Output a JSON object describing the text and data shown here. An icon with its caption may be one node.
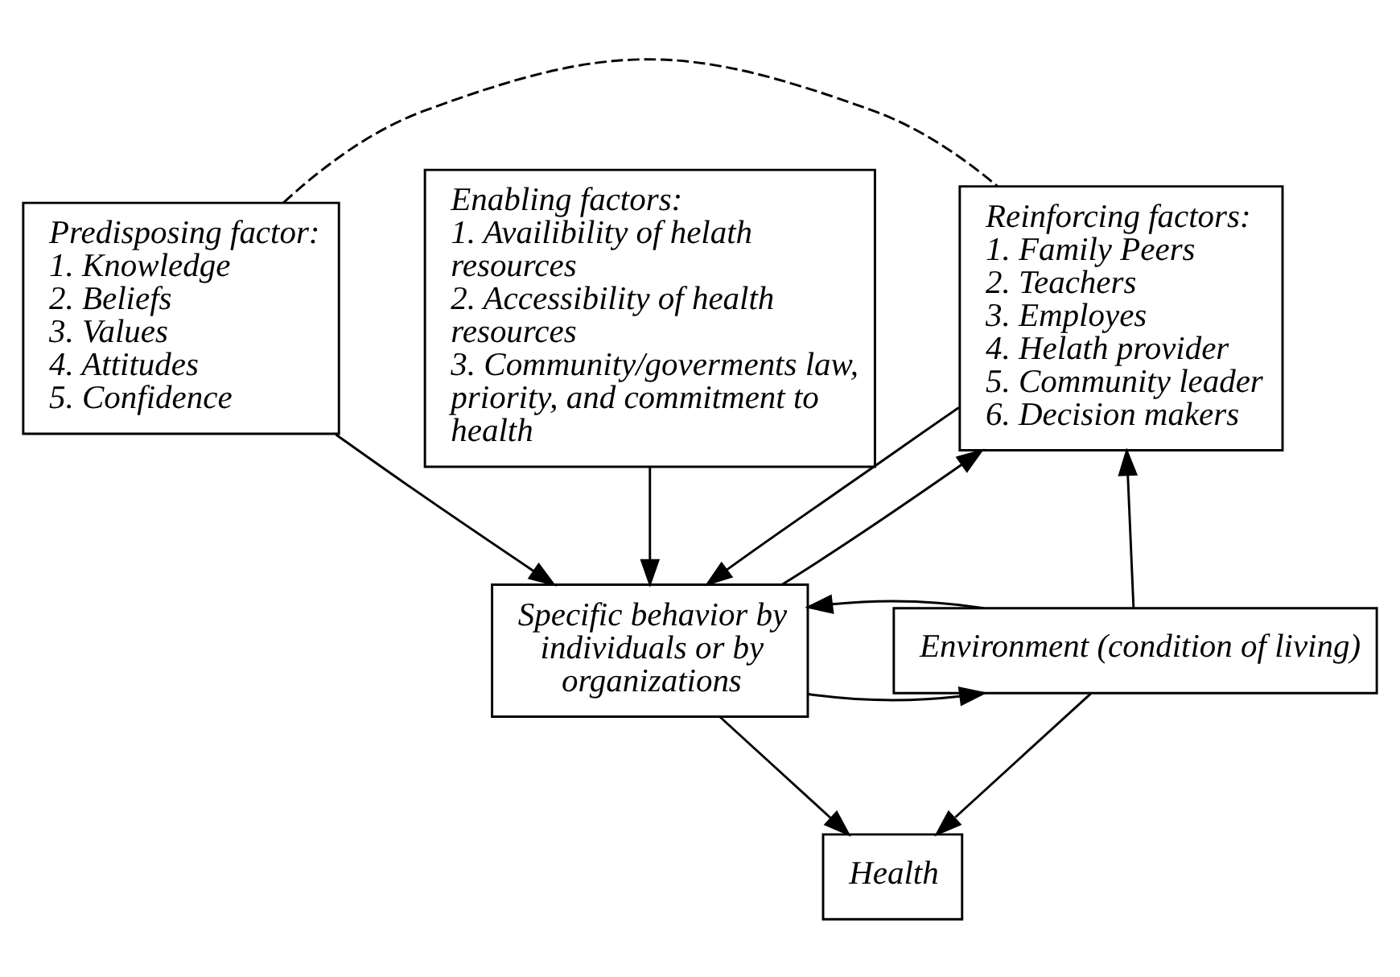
{
  "diagram": {
    "nodes": [
      {
        "text": [
          "Predisposing factor:",
          "1. Knowledge",
          "2. Beliefs",
          "3. Values",
          "4. Attitudes",
          "5. Confidence"
        ]
      },
      {
        "text": [
          "Enabling factors:",
          "1. Availibility of helath resources",
          "2. Accessibility of health resources",
          "3. Community/goverments law, priority, and commitment to health"
        ]
      },
      {
        "text": [
          "Reinforcing factors:",
          "1. Family Peers",
          "2. Teachers",
          "3. Employes",
          "4. Helath provider",
          "5. Community leader",
          "6. Decision makers"
        ]
      },
      {
        "text": [
          "Specific behavior by individuals or by organizations"
        ]
      },
      {
        "text": [
          "Environment (condition of living)"
        ]
      },
      {
        "text": [
          "Health"
        ]
      }
    ],
    "edges": [
      {
        "from": 0,
        "to": 3,
        "arrow": "to"
      },
      {
        "from": 1,
        "to": 3,
        "arrow": "to"
      },
      {
        "from": 0,
        "to": 2,
        "arrow": "none",
        "style": "dashed"
      },
      {
        "from": 2,
        "to": 3,
        "arrow": "to"
      },
      {
        "from": 3,
        "to": 2,
        "arrow": "to"
      },
      {
        "from": 3,
        "to": 4,
        "arrow": "to"
      },
      {
        "from": 4,
        "to": 3,
        "arrow": "to"
      },
      {
        "from": 4,
        "to": 2,
        "arrow": "to"
      },
      {
        "from": 3,
        "to": 5,
        "arrow": "to"
      },
      {
        "from": 4,
        "to": 5,
        "arrow": "to"
      }
    ]
  }
}
